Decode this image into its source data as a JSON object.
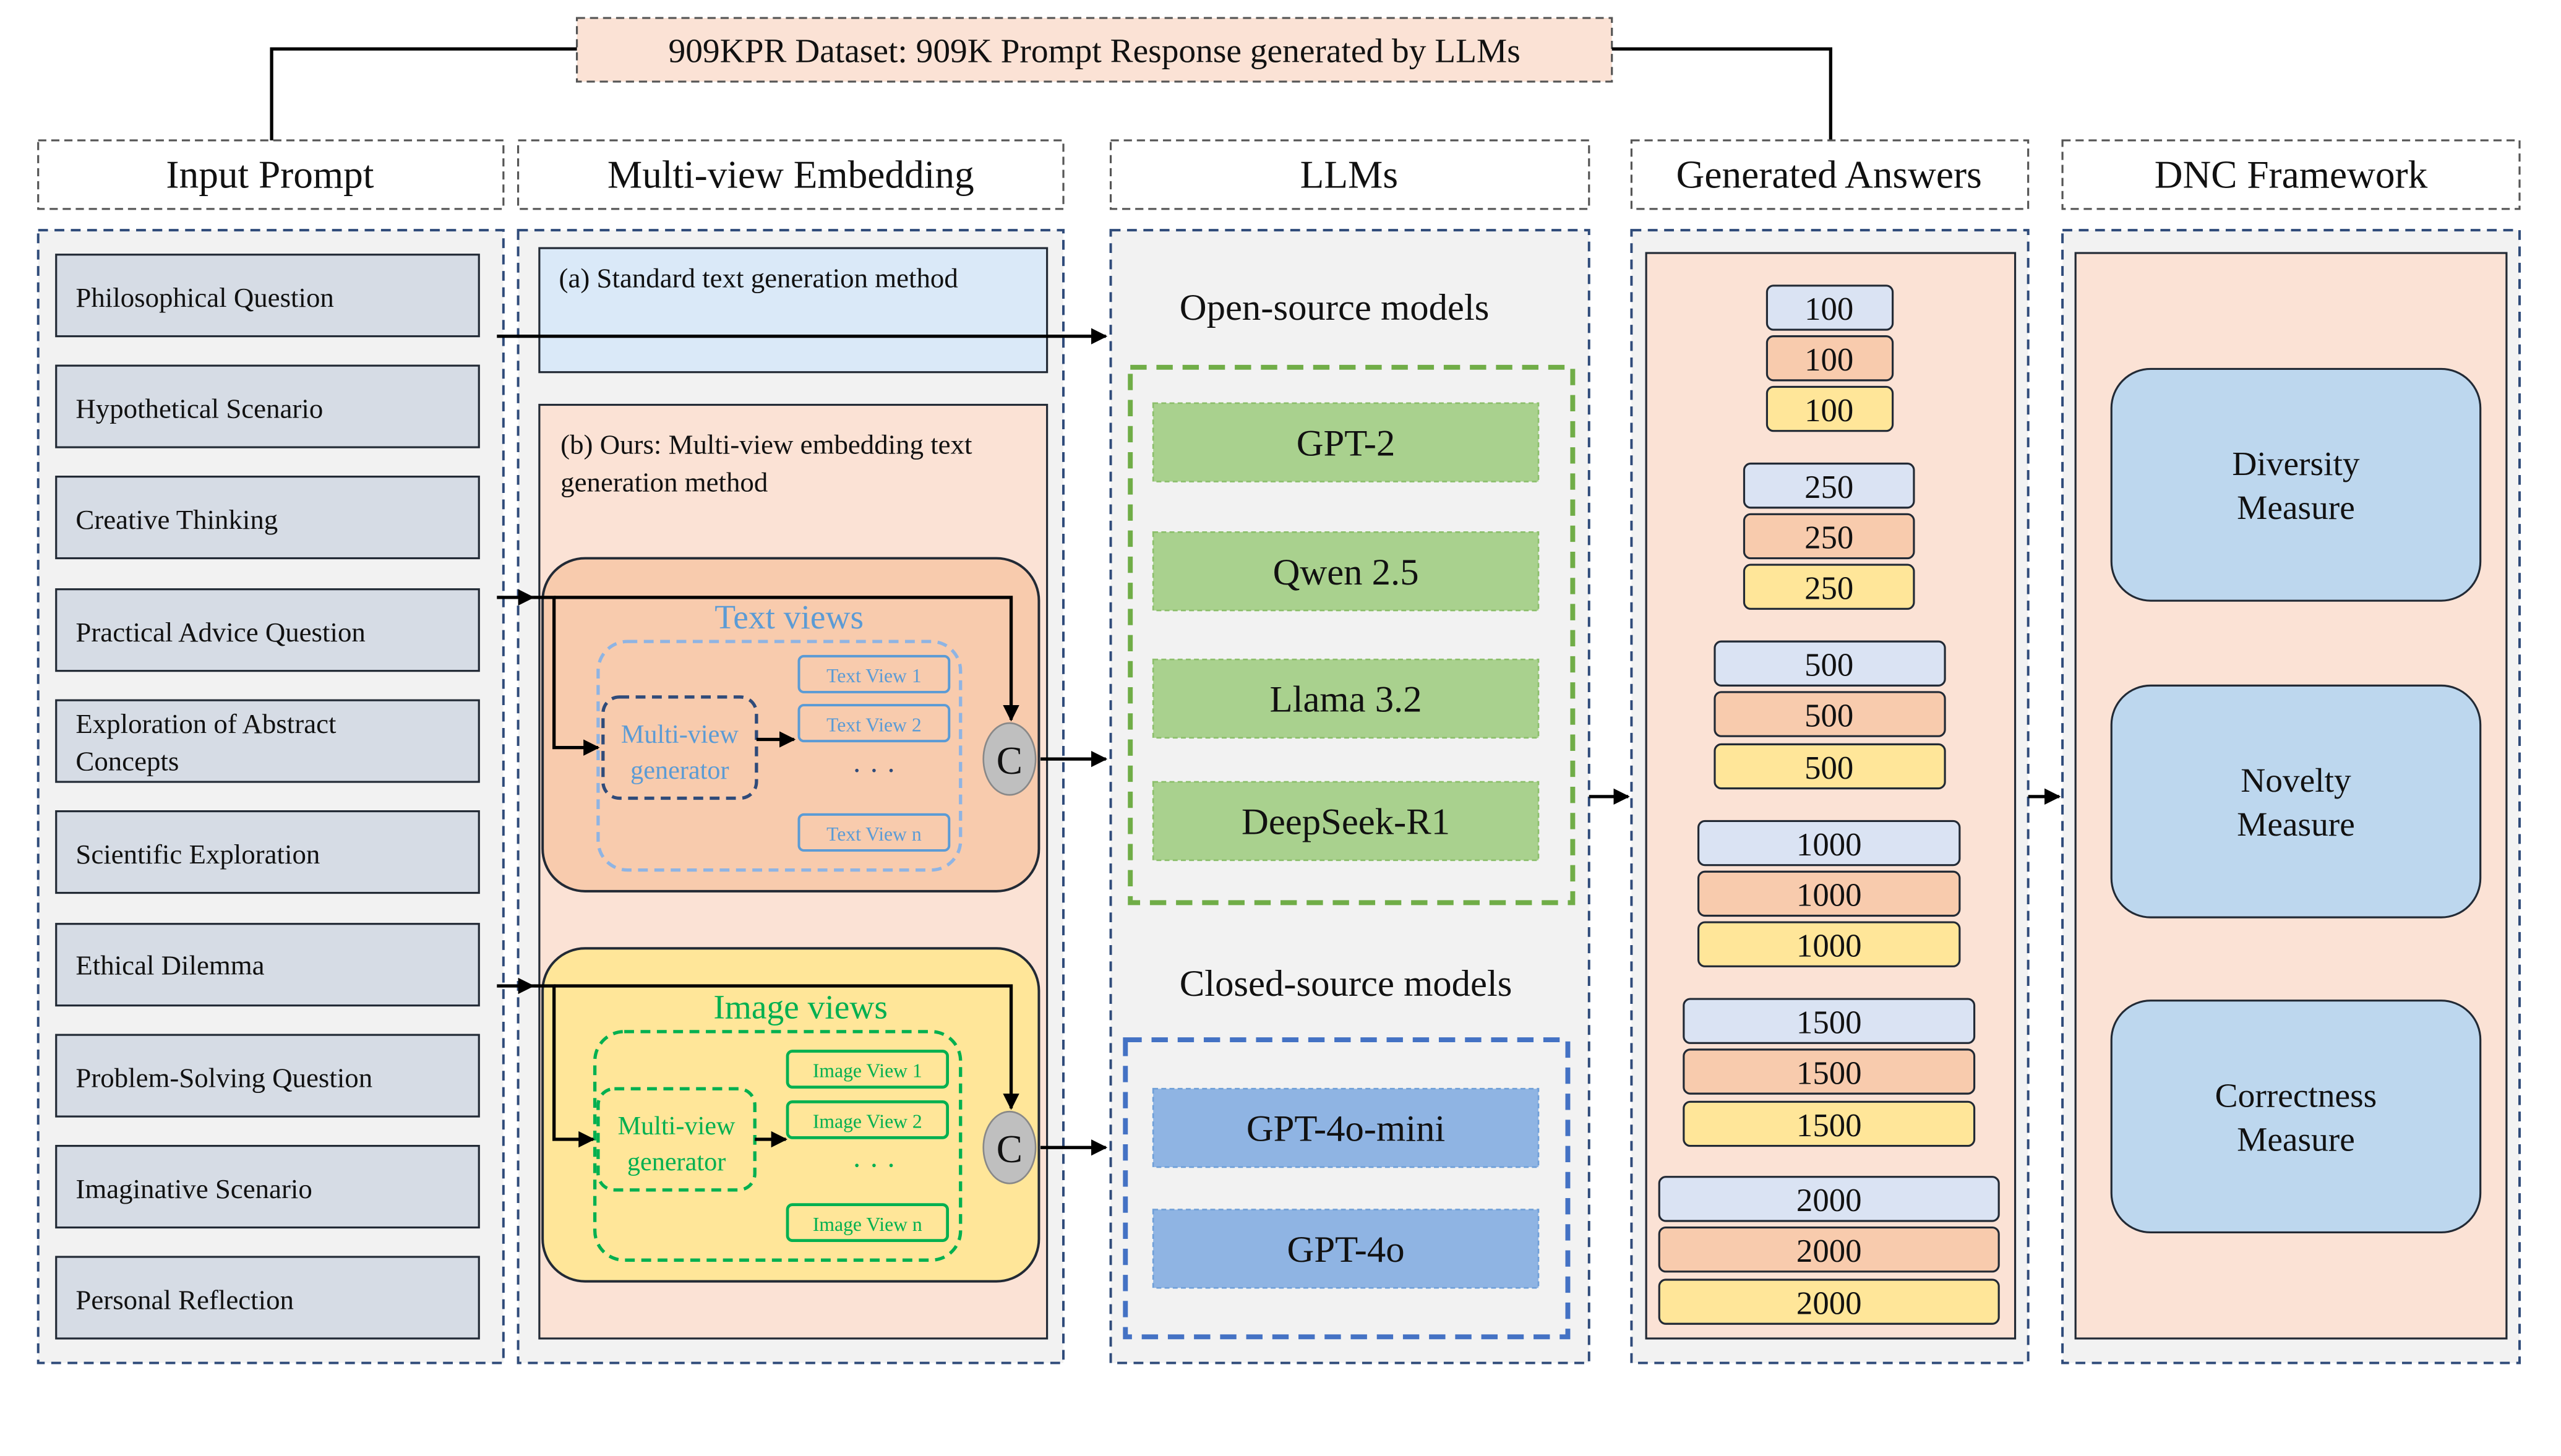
{
  "title": "909KPR Dataset: 909K Prompt Response generated by LLMs",
  "headers": {
    "input_prompt": "Input Prompt",
    "multi_view": "Multi-view Embedding",
    "llms": "LLMs",
    "generated": "Generated Answers",
    "dnc": "DNC Framework"
  },
  "prompts": [
    "Philosophical Question",
    "Hypothetical Scenario",
    "Creative Thinking",
    "Practical Advice Question",
    "Exploration of Abstract",
    "Concepts",
    "Scientific Exploration",
    "Ethical Dilemma",
    "Problem-Solving Question",
    "Imaginative Scenario",
    "Personal Reflection"
  ],
  "embedding": {
    "standard_label": "(a) Standard text generation method",
    "ours_label_line1": "(b) Ours: Multi-view embedding text",
    "ours_label_line2": "generation method",
    "text_views_title": "Text views",
    "image_views_title": "Image views",
    "generator_line1": "Multi-view",
    "generator_line2": "generator",
    "text_views": [
      "Text View 1",
      "Text View 2",
      "Text View n"
    ],
    "image_views": [
      "Image View 1",
      "Image View 2",
      "Image View n"
    ],
    "ellipsis": "· · ·",
    "concat_symbol": "C"
  },
  "llms": {
    "open_title": "Open-source models",
    "open_models": [
      "GPT-2",
      "Qwen 2.5",
      "Llama 3.2",
      "DeepSeek-R1"
    ],
    "closed_title": "Closed-source models",
    "closed_models": [
      "GPT-4o-mini",
      "GPT-4o"
    ]
  },
  "answers": [
    "100",
    "250",
    "500",
    "1000",
    "1500",
    "2000"
  ],
  "dnc_measures": [
    [
      "Diversity",
      "Measure"
    ],
    [
      "Novelty",
      "Measure"
    ],
    [
      "Correctness",
      "Measure"
    ]
  ],
  "colors": {
    "title_fill": "#fbe2d5",
    "prompt_fill": "#d6dce5",
    "prompt_stroke": "#222a35",
    "panel_fill": "#f2f2f2",
    "panel_border": "#2f4b7a",
    "standard_fill": "#dae9f8",
    "ours_fill": "#fbe2d5",
    "text_views_fill": "#f8cbad",
    "text_views_accent": "#5b9bd5",
    "image_views_fill": "#ffe699",
    "image_views_accent": "#00b050",
    "open_border": "#70ad47",
    "open_model_fill": "#a9d18e",
    "closed_border": "#4472c4",
    "closed_model_fill": "#8fb4e3",
    "answer_blue": "#dae3f3",
    "answer_orange": "#f8cbad",
    "answer_yellow": "#ffe699",
    "dnc_fill": "#fbe2d5",
    "measure_fill": "#bdd7ee",
    "concat_fill": "#bfbfbf"
  }
}
